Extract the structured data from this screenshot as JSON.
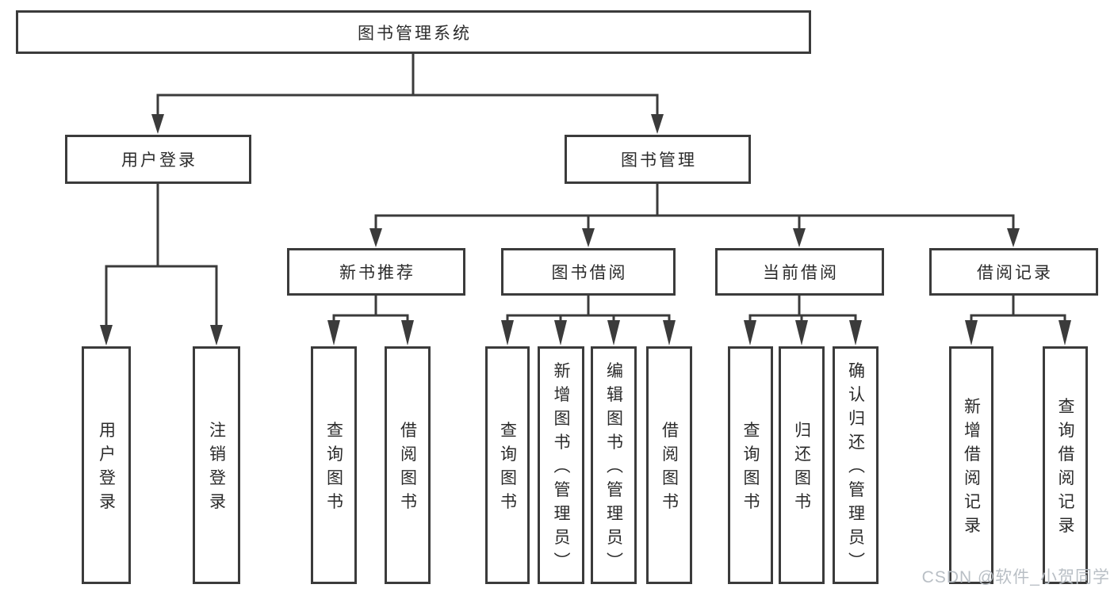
{
  "diagram": {
    "root": "图书管理系统",
    "level1": {
      "user_login": "用户登录",
      "book_management": "图书管理"
    },
    "level2": {
      "new_books": "新书推荐",
      "book_borrowing": "图书借阅",
      "current_borrowing": "当前借阅",
      "borrowing_records": "借阅记录"
    },
    "leaves": {
      "user_login": [
        "用户登录",
        "注销登录"
      ],
      "new_books": [
        "查询图书",
        "借阅图书"
      ],
      "book_borrowing": [
        "查询图书",
        "新增图书（管理员）",
        "编辑图书（管理员）",
        "借阅图书"
      ],
      "current_borrowing": [
        "查询图书",
        "归还图书",
        "确认归还（管理员）"
      ],
      "borrowing_records": [
        "新增借阅记录",
        "查询借阅记录"
      ]
    }
  },
  "watermark": "CSDN @软件_小贺同学",
  "colors": {
    "line": "#3b3b3b",
    "text": "#2b2b2b",
    "watermark": "#b9bfc5",
    "background": "#ffffff"
  }
}
